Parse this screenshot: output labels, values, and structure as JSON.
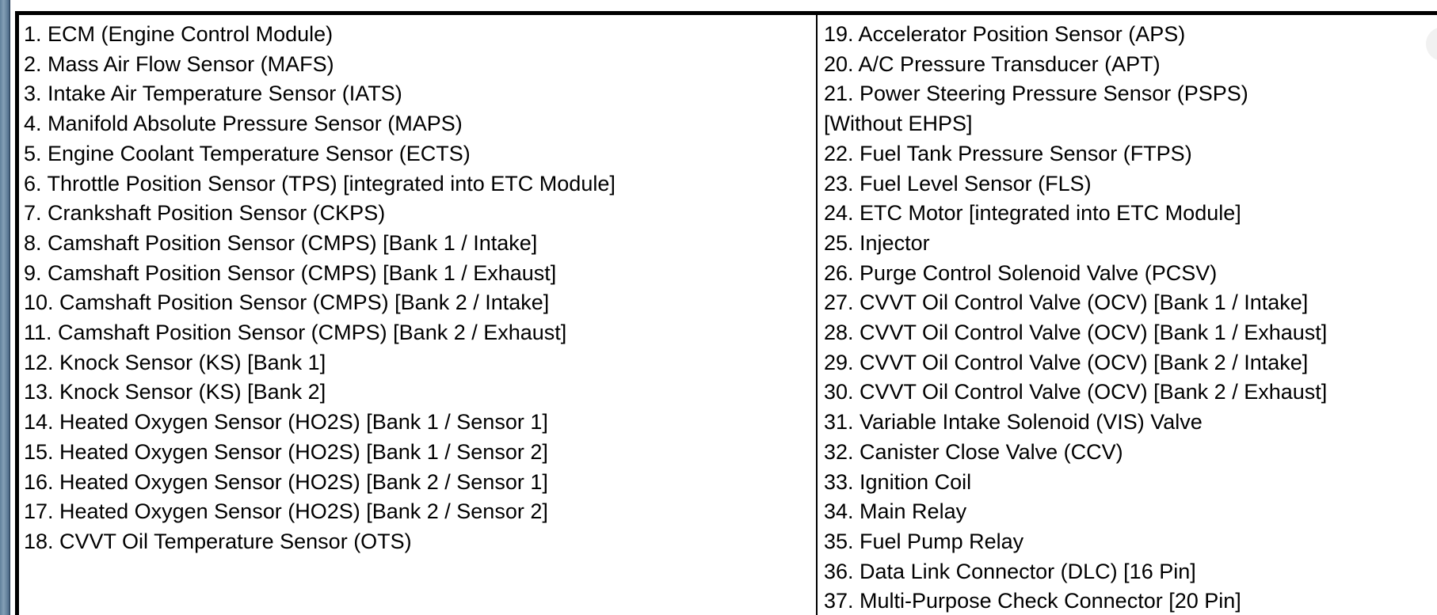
{
  "decorations": {
    "page_background": "#ffffff",
    "text_color": "#000000",
    "border_color": "#000000",
    "corner_circle_color": "#f1f1f1",
    "edge_bar_gradient": [
      "#60809c",
      "#84a0b6",
      "#53718e",
      "#1c3048"
    ]
  },
  "legend": {
    "left_column": {
      "lines": [
        "1. ECM (Engine Control Module)",
        "2. Mass Air Flow Sensor (MAFS)",
        "3. Intake Air Temperature Sensor (IATS)",
        "4. Manifold Absolute Pressure Sensor (MAPS)",
        "5. Engine Coolant Temperature Sensor (ECTS)",
        "6. Throttle Position Sensor (TPS) [integrated into ETC Module]",
        "7. Crankshaft Position Sensor (CKPS)",
        "8. Camshaft Position Sensor (CMPS) [Bank 1 / Intake]",
        "9. Camshaft Position Sensor (CMPS) [Bank 1 / Exhaust]",
        "10. Camshaft Position Sensor (CMPS) [Bank 2 / Intake]",
        "11. Camshaft Position Sensor (CMPS) [Bank 2 / Exhaust]",
        "12. Knock Sensor (KS) [Bank 1]",
        "13. Knock Sensor (KS) [Bank 2]",
        "14. Heated Oxygen Sensor (HO2S) [Bank 1 / Sensor 1]",
        "15. Heated Oxygen Sensor (HO2S) [Bank 1 / Sensor 2]",
        "16. Heated Oxygen Sensor (HO2S) [Bank 2 / Sensor 1]",
        "17. Heated Oxygen Sensor (HO2S) [Bank 2 / Sensor 2]",
        "18. CVVT Oil Temperature Sensor (OTS)"
      ]
    },
    "right_column": {
      "lines": [
        "19. Accelerator Position Sensor (APS)",
        "20. A/C Pressure Transducer (APT)",
        "21. Power Steering Pressure Sensor (PSPS)",
        "[Without EHPS]",
        "22. Fuel Tank Pressure Sensor (FTPS)",
        "23. Fuel Level Sensor (FLS)",
        "24. ETC Motor [integrated into ETC Module]",
        "25. Injector",
        "26. Purge Control Solenoid Valve (PCSV)",
        "27. CVVT Oil Control Valve (OCV) [Bank 1 / Intake]",
        "28. CVVT Oil Control Valve (OCV) [Bank 1 / Exhaust]",
        "29. CVVT Oil Control Valve (OCV) [Bank 2 / Intake]",
        "30. CVVT Oil Control Valve (OCV) [Bank 2 / Exhaust]",
        "31. Variable Intake Solenoid (VIS) Valve",
        "32. Canister Close Valve (CCV)",
        "33. Ignition Coil",
        "34. Main Relay",
        "35. Fuel Pump Relay",
        "36. Data Link Connector (DLC) [16 Pin]",
        "37. Multi-Purpose Check Connector [20 Pin]"
      ]
    }
  }
}
